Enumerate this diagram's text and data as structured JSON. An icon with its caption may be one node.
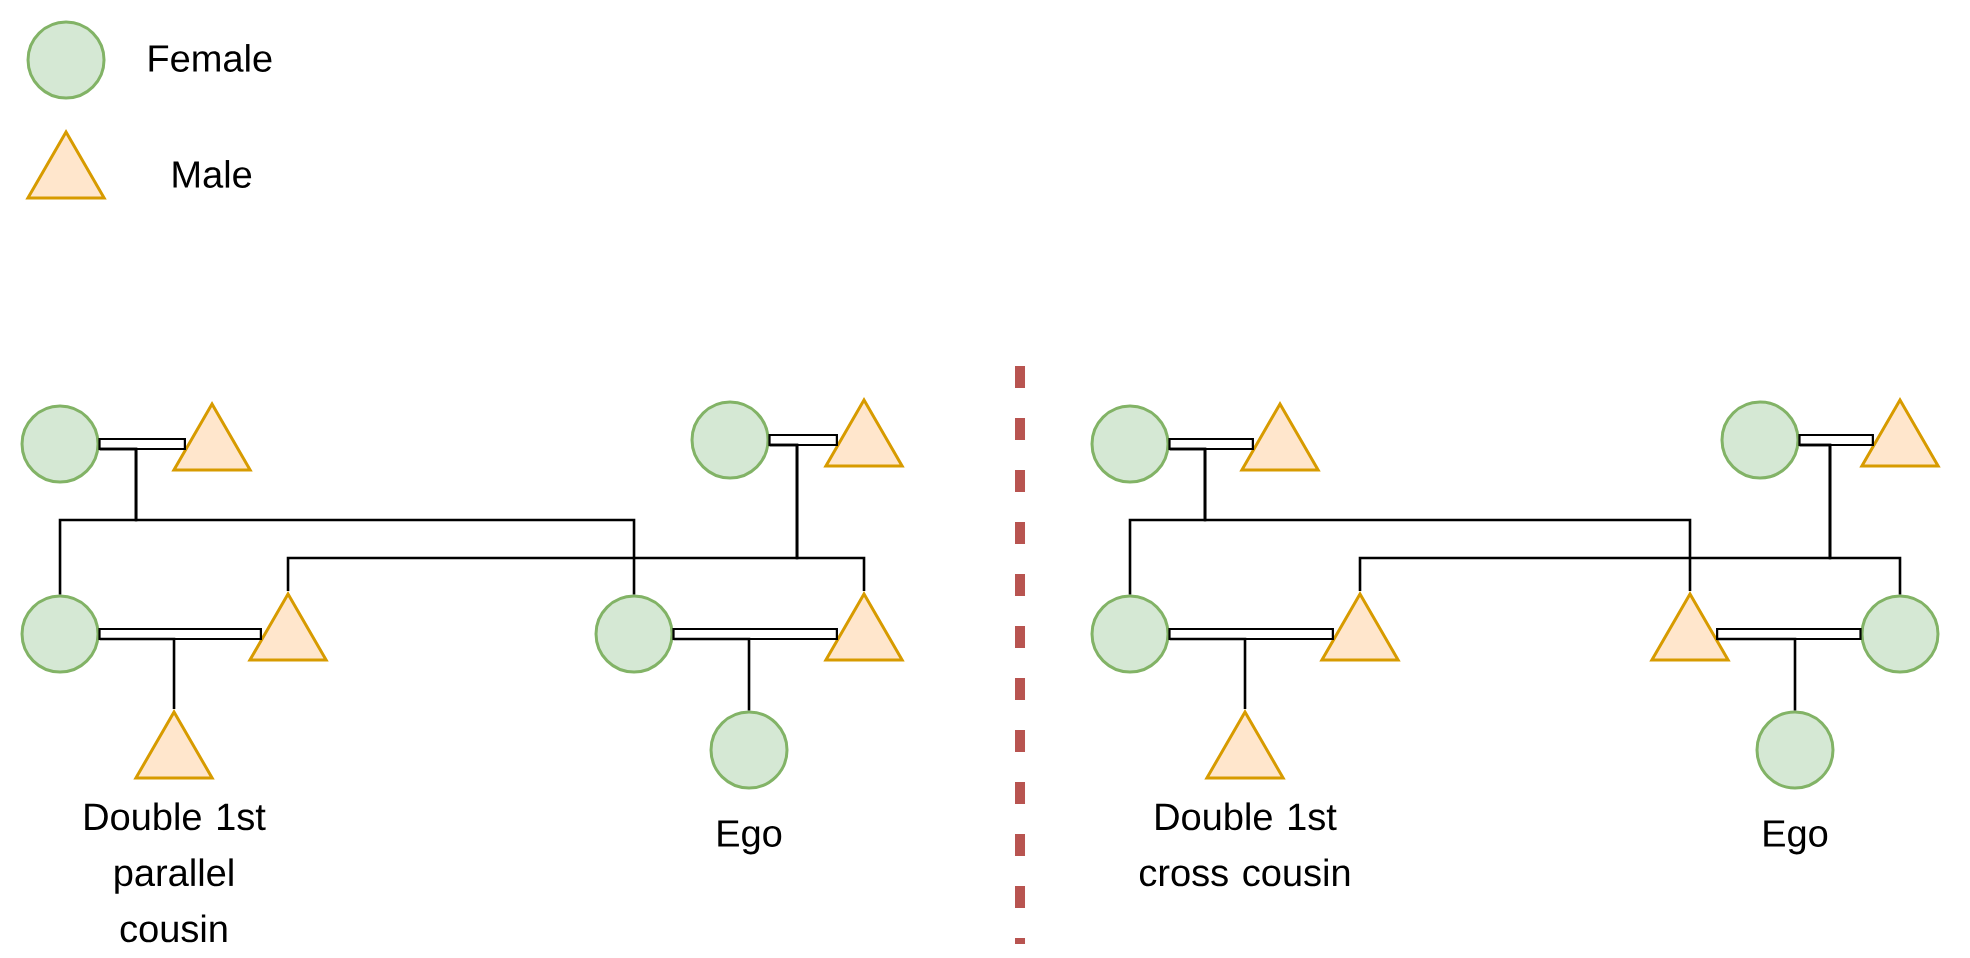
{
  "diagram": {
    "nodes": [
      {
        "text": [],
        "shape": "circle"
      },
      {
        "text": [],
        "shape": "triangle"
      },
      {
        "text": [],
        "shape": "circle"
      },
      {
        "text": [],
        "shape": "triangle"
      },
      {
        "text": [],
        "shape": "circle"
      },
      {
        "text": [],
        "shape": "triangle"
      },
      {
        "text": [],
        "shape": "circle"
      },
      {
        "text": [],
        "shape": "triangle"
      },
      {
        "text": [],
        "shape": "triangle",
        "beside": [
          "Double 1st parallel cousin"
        ]
      },
      {
        "text": [],
        "shape": "circle",
        "beside": [
          "Ego"
        ]
      },
      {
        "text": [],
        "shape": "circle"
      },
      {
        "text": [],
        "shape": "triangle"
      },
      {
        "text": [],
        "shape": "circle"
      },
      {
        "text": [],
        "shape": "triangle"
      },
      {
        "text": [],
        "shape": "circle"
      },
      {
        "text": [],
        "shape": "triangle"
      },
      {
        "text": [],
        "shape": "triangle"
      },
      {
        "text": [],
        "shape": "circle"
      },
      {
        "text": [],
        "shape": "triangle",
        "beside": [
          "Double 1st cross cousin"
        ]
      },
      {
        "text": [],
        "shape": "circle",
        "beside": [
          "Ego"
        ]
      }
    ],
    "edges": [
      {
        "from": 0,
        "to": 1,
        "arrow": "none"
      },
      {
        "from": 2,
        "to": 3,
        "arrow": "none"
      },
      {
        "from": 4,
        "to": 5,
        "arrow": "none"
      },
      {
        "from": 6,
        "to": 7,
        "arrow": "none"
      },
      {
        "from": 0,
        "to": 4,
        "arrow": "none"
      },
      {
        "from": 0,
        "to": 6,
        "arrow": "none"
      },
      {
        "from": 2,
        "to": 5,
        "arrow": "none"
      },
      {
        "from": 2,
        "to": 7,
        "arrow": "none"
      },
      {
        "from": 4,
        "to": 8,
        "arrow": "none"
      },
      {
        "from": 6,
        "to": 9,
        "arrow": "none"
      },
      {
        "from": 10,
        "to": 11,
        "arrow": "none"
      },
      {
        "from": 12,
        "to": 13,
        "arrow": "none"
      },
      {
        "from": 14,
        "to": 15,
        "arrow": "none"
      },
      {
        "from": 16,
        "to": 17,
        "arrow": "none"
      },
      {
        "from": 10,
        "to": 14,
        "arrow": "none"
      },
      {
        "from": 10,
        "to": 16,
        "arrow": "none"
      },
      {
        "from": 12,
        "to": 15,
        "arrow": "none"
      },
      {
        "from": 12,
        "to": 17,
        "arrow": "none"
      },
      {
        "from": 14,
        "to": 18,
        "arrow": "none"
      },
      {
        "from": 16,
        "to": 19,
        "arrow": "none"
      }
    ],
    "legend": [
      {
        "text": "Female"
      },
      {
        "text": "Male"
      }
    ]
  }
}
